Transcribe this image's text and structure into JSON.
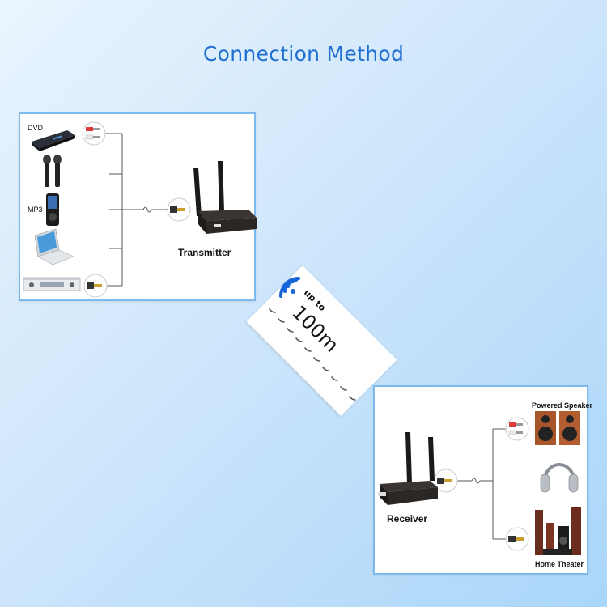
{
  "title": "Connection Method",
  "transmitter_panel": {
    "source_labels": {
      "dvd": "DVD",
      "mp3": "MP3"
    },
    "device_label": "Transmitter"
  },
  "range_badge": {
    "prefix": "up to",
    "distance": "100m"
  },
  "receiver_panel": {
    "device_label": "Receiver",
    "output_labels": {
      "speaker": "Powered Speaker",
      "theater": "Home Theater"
    }
  },
  "colors": {
    "title": "#1f6fd0",
    "panel_border": "#7db9ea",
    "signal": "#1565d8",
    "rca_red": "#e03b3b"
  }
}
